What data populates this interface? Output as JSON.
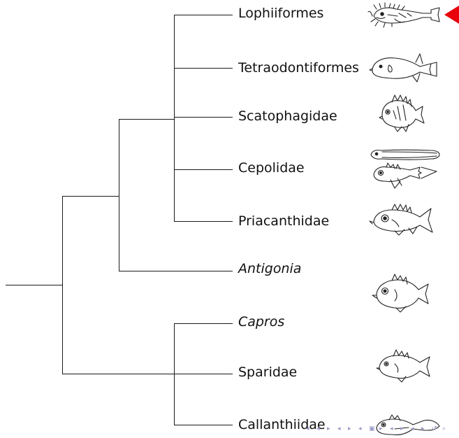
{
  "tree": {
    "taxa": [
      {
        "label": "Lophiiformes",
        "italic": false,
        "icon": "anglerfish-icon"
      },
      {
        "label": "Tetraodontiformes",
        "italic": false,
        "icon": "pufferfish-icon"
      },
      {
        "label": "Scatophagidae",
        "italic": false,
        "icon": "scat-fish-icon"
      },
      {
        "label": "Cepolidae",
        "italic": false,
        "icon": "bandfish-icon"
      },
      {
        "label": "Priacanthidae",
        "italic": false,
        "icon": "bigeye-fish-icon"
      },
      {
        "label": "Antigonia",
        "italic": true,
        "icon": null
      },
      {
        "label": "Capros",
        "italic": true,
        "icon": "boarfish-icon"
      },
      {
        "label": "Sparidae",
        "italic": false,
        "icon": "seabream-icon"
      },
      {
        "label": "Callanthiidae",
        "italic": false,
        "icon": "callanthiid-fish-icon"
      }
    ],
    "topology": "((((Lophiiformes,Tetraodontiformes,Scatophagidae,Cepolidae,Priacanthidae),Antigonia),(Capros,Sparidae,Callanthiidae)))"
  },
  "highlight": {
    "target": "Lophiiformes",
    "color": "#e8000b",
    "icon": "pointer-triangle-icon"
  },
  "nav": {
    "color": "#9a9acb",
    "icons": [
      "nav-left-icon",
      "nav-left-icon",
      "nav-right-icon",
      "nav-left-icon",
      "nav-right-icon",
      "nav-left-icon",
      "nav-section-icon",
      "nav-right-icon",
      "nav-left-icon",
      "nav-right-icon",
      "nav-left-icon",
      "nav-right-icon",
      "nav-undo-icon",
      "nav-search-icon"
    ]
  }
}
